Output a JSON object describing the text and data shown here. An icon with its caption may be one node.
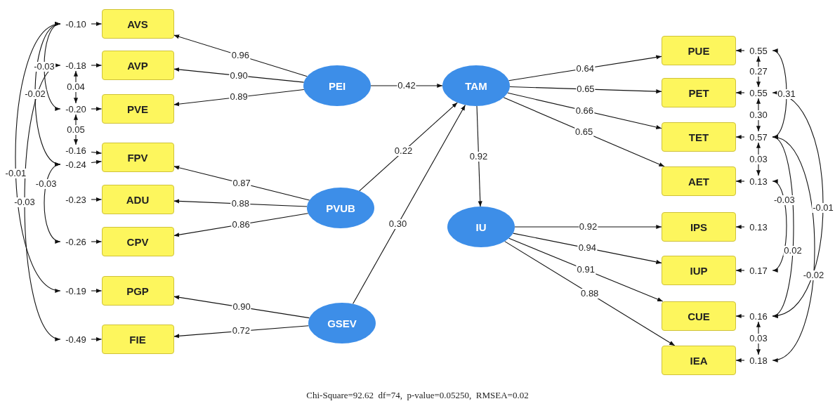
{
  "diagram": {
    "caption": "Chi-Square=92.62  df=74,  p-value=0.05250,  RMSEA=0.02",
    "nodes": [
      {
        "text": [
          "AVS"
        ]
      },
      {
        "text": [
          "AVP"
        ]
      },
      {
        "text": [
          "PVE"
        ]
      },
      {
        "text": [
          "FPV"
        ]
      },
      {
        "text": [
          "ADU"
        ]
      },
      {
        "text": [
          "CPV"
        ]
      },
      {
        "text": [
          "PGP"
        ]
      },
      {
        "text": [
          "FIE"
        ]
      },
      {
        "text": [
          "PEI"
        ]
      },
      {
        "text": [
          "PVUB"
        ]
      },
      {
        "text": [
          "GSEV"
        ]
      },
      {
        "text": [
          "TAM"
        ]
      },
      {
        "text": [
          "IU"
        ]
      },
      {
        "text": [
          "PUE"
        ]
      },
      {
        "text": [
          "PET"
        ]
      },
      {
        "text": [
          "TET"
        ]
      },
      {
        "text": [
          "AET"
        ]
      },
      {
        "text": [
          "IPS"
        ]
      },
      {
        "text": [
          "IUP"
        ]
      },
      {
        "text": [
          "CUE"
        ]
      },
      {
        "text": [
          "IEA"
        ]
      },
      {
        "text": [
          "-0.10"
        ]
      },
      {
        "text": [
          "-0.18"
        ]
      },
      {
        "text": [
          "-0.20"
        ]
      },
      {
        "text": [
          "-0.16"
        ]
      },
      {
        "text": [
          "-0.24"
        ]
      },
      {
        "text": [
          "-0.23"
        ]
      },
      {
        "text": [
          "-0.26"
        ]
      },
      {
        "text": [
          "-0.19"
        ]
      },
      {
        "text": [
          "-0.49"
        ]
      },
      {
        "text": [
          "0.55"
        ]
      },
      {
        "text": [
          "0.55"
        ]
      },
      {
        "text": [
          "0.57"
        ]
      },
      {
        "text": [
          "0.13"
        ]
      },
      {
        "text": [
          "0.13"
        ]
      },
      {
        "text": [
          "0.17"
        ]
      },
      {
        "text": [
          "0.16"
        ]
      },
      {
        "text": [
          "0.18"
        ]
      }
    ],
    "edges": [
      {
        "from": 8,
        "to": 0,
        "arrow": "to",
        "label": "0.96"
      },
      {
        "from": 8,
        "to": 1,
        "arrow": "to",
        "label": "0.90"
      },
      {
        "from": 8,
        "to": 2,
        "arrow": "to",
        "label": "0.89"
      },
      {
        "from": 9,
        "to": 3,
        "arrow": "to",
        "label": "0.87"
      },
      {
        "from": 9,
        "to": 4,
        "arrow": "to",
        "label": "0.88"
      },
      {
        "from": 9,
        "to": 5,
        "arrow": "to",
        "label": "0.86"
      },
      {
        "from": 10,
        "to": 6,
        "arrow": "to",
        "label": "0.90"
      },
      {
        "from": 10,
        "to": 7,
        "arrow": "to",
        "label": "0.72"
      },
      {
        "from": 8,
        "to": 11,
        "arrow": "to",
        "label": "0.42"
      },
      {
        "from": 9,
        "to": 11,
        "arrow": "to",
        "label": "0.22"
      },
      {
        "from": 10,
        "to": 11,
        "arrow": "to",
        "label": "0.30"
      },
      {
        "from": 11,
        "to": 12,
        "arrow": "to",
        "label": "0.92"
      },
      {
        "from": 11,
        "to": 13,
        "arrow": "to",
        "label": "0.64"
      },
      {
        "from": 11,
        "to": 14,
        "arrow": "to",
        "label": "0.65"
      },
      {
        "from": 11,
        "to": 15,
        "arrow": "to",
        "label": "0.66"
      },
      {
        "from": 11,
        "to": 16,
        "arrow": "to",
        "label": "0.65"
      },
      {
        "from": 12,
        "to": 17,
        "arrow": "to",
        "label": "0.92"
      },
      {
        "from": 12,
        "to": 18,
        "arrow": "to",
        "label": "0.94"
      },
      {
        "from": 12,
        "to": 19,
        "arrow": "to",
        "label": "0.91"
      },
      {
        "from": 12,
        "to": 20,
        "arrow": "to",
        "label": "0.88"
      },
      {
        "from": 21,
        "to": 0,
        "arrow": "to"
      },
      {
        "from": 22,
        "to": 1,
        "arrow": "to"
      },
      {
        "from": 23,
        "to": 2,
        "arrow": "to"
      },
      {
        "from": 24,
        "to": 3,
        "arrow": "to"
      },
      {
        "from": 25,
        "to": 3,
        "arrow": "to"
      },
      {
        "from": 26,
        "to": 4,
        "arrow": "to"
      },
      {
        "from": 27,
        "to": 5,
        "arrow": "to"
      },
      {
        "from": 28,
        "to": 6,
        "arrow": "to"
      },
      {
        "from": 29,
        "to": 7,
        "arrow": "to"
      },
      {
        "from": 30,
        "to": 13,
        "arrow": "to"
      },
      {
        "from": 31,
        "to": 14,
        "arrow": "to"
      },
      {
        "from": 32,
        "to": 15,
        "arrow": "to"
      },
      {
        "from": 33,
        "to": 16,
        "arrow": "to"
      },
      {
        "from": 34,
        "to": 17,
        "arrow": "to"
      },
      {
        "from": 35,
        "to": 18,
        "arrow": "to"
      },
      {
        "from": 36,
        "to": 19,
        "arrow": "to"
      },
      {
        "from": 37,
        "to": 20,
        "arrow": "to"
      },
      {
        "from": 22,
        "to": 23,
        "arrow": "both",
        "label": "0.04"
      },
      {
        "from": 23,
        "to": 24,
        "arrow": "both",
        "label": "0.05"
      },
      {
        "from": 21,
        "to": 23,
        "arrow": "both",
        "label": "-0.03"
      },
      {
        "from": 21,
        "to": 25,
        "arrow": "both",
        "label": "-0.02"
      },
      {
        "from": 21,
        "to": 28,
        "arrow": "both",
        "label": "-0.01"
      },
      {
        "from": 22,
        "to": 29,
        "arrow": "both",
        "label": "-0.03"
      },
      {
        "from": 25,
        "to": 27,
        "arrow": "both",
        "label": "-0.03"
      },
      {
        "from": 30,
        "to": 31,
        "arrow": "both",
        "label": "0.27"
      },
      {
        "from": 31,
        "to": 32,
        "arrow": "both",
        "label": "0.30"
      },
      {
        "from": 32,
        "to": 33,
        "arrow": "both",
        "label": "0.03"
      },
      {
        "from": 30,
        "to": 32,
        "arrow": "both",
        "label": "0.31"
      },
      {
        "from": 33,
        "to": 35,
        "arrow": "both",
        "label": "-0.03"
      },
      {
        "from": 32,
        "to": 36,
        "arrow": "both",
        "label": "0.02"
      },
      {
        "from": 32,
        "to": 37,
        "arrow": "both",
        "label": "-0.02"
      },
      {
        "from": 31,
        "to": 36,
        "arrow": "both",
        "label": "-0.01"
      },
      {
        "from": 36,
        "to": 37,
        "arrow": "both",
        "label": "0.03"
      }
    ]
  }
}
